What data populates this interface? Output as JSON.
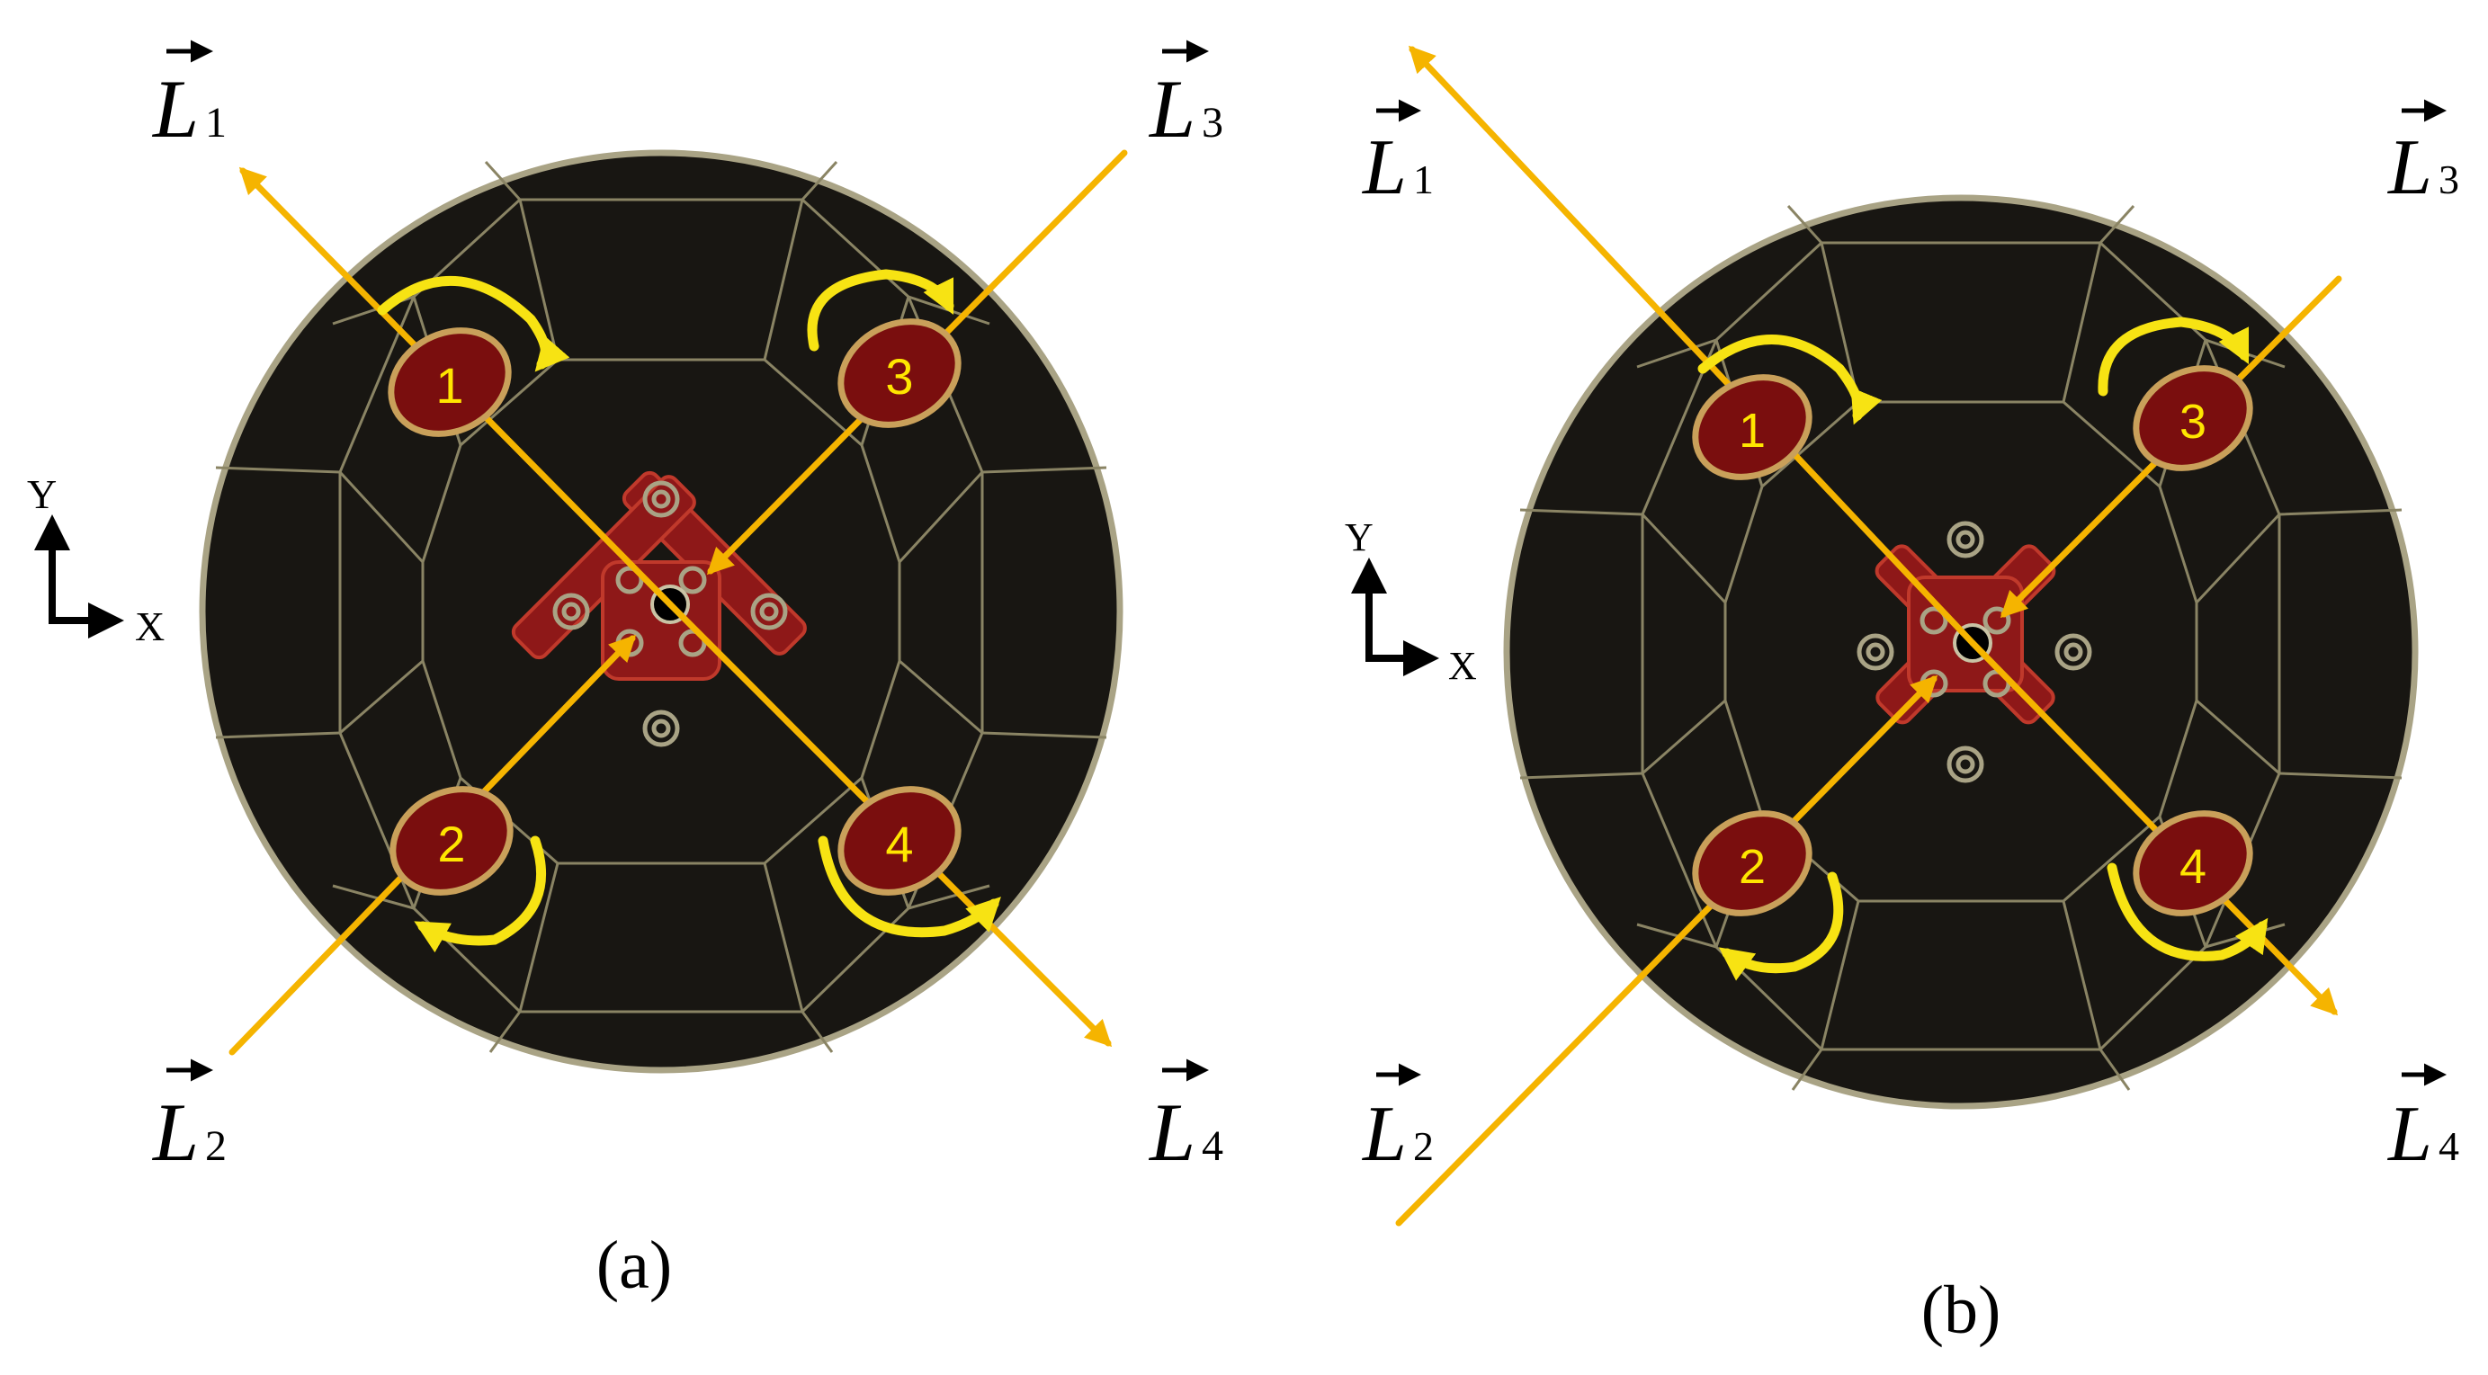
{
  "colors": {
    "background": "#ffffff",
    "ball": "#181612",
    "seam": "#8a8464",
    "rim": "#a9a385",
    "motor_fill": "#7a0e0e",
    "motor_ring": "#c9a05a",
    "frame": "#8e1818",
    "frame_edge": "#c0392b",
    "leg_arrow": "#f5b400",
    "rotation_arrow": "#f7e313",
    "motor_label": "#ffe600",
    "axis": "#000000",
    "text": "#000000"
  },
  "icons": {
    "leg_arrow": "arrow-right-icon",
    "rotation_arrow": "clockwise-arrow-icon",
    "axis_arrow": "arrow-up-icon"
  },
  "panels": [
    {
      "id": "a",
      "caption": "(a)",
      "axes": {
        "x": "X",
        "y": "Y"
      },
      "motors": [
        "1",
        "2",
        "3",
        "4"
      ],
      "vectors": [
        {
          "symbol": "L",
          "sub": "1"
        },
        {
          "symbol": "L",
          "sub": "2"
        },
        {
          "symbol": "L",
          "sub": "3"
        },
        {
          "symbol": "L",
          "sub": "4"
        }
      ]
    },
    {
      "id": "b",
      "caption": "(b)",
      "axes": {
        "x": "X",
        "y": "Y"
      },
      "motors": [
        "1",
        "2",
        "3",
        "4"
      ],
      "vectors": [
        {
          "symbol": "L",
          "sub": "1"
        },
        {
          "symbol": "L",
          "sub": "2"
        },
        {
          "symbol": "L",
          "sub": "3"
        },
        {
          "symbol": "L",
          "sub": "4"
        }
      ]
    }
  ]
}
